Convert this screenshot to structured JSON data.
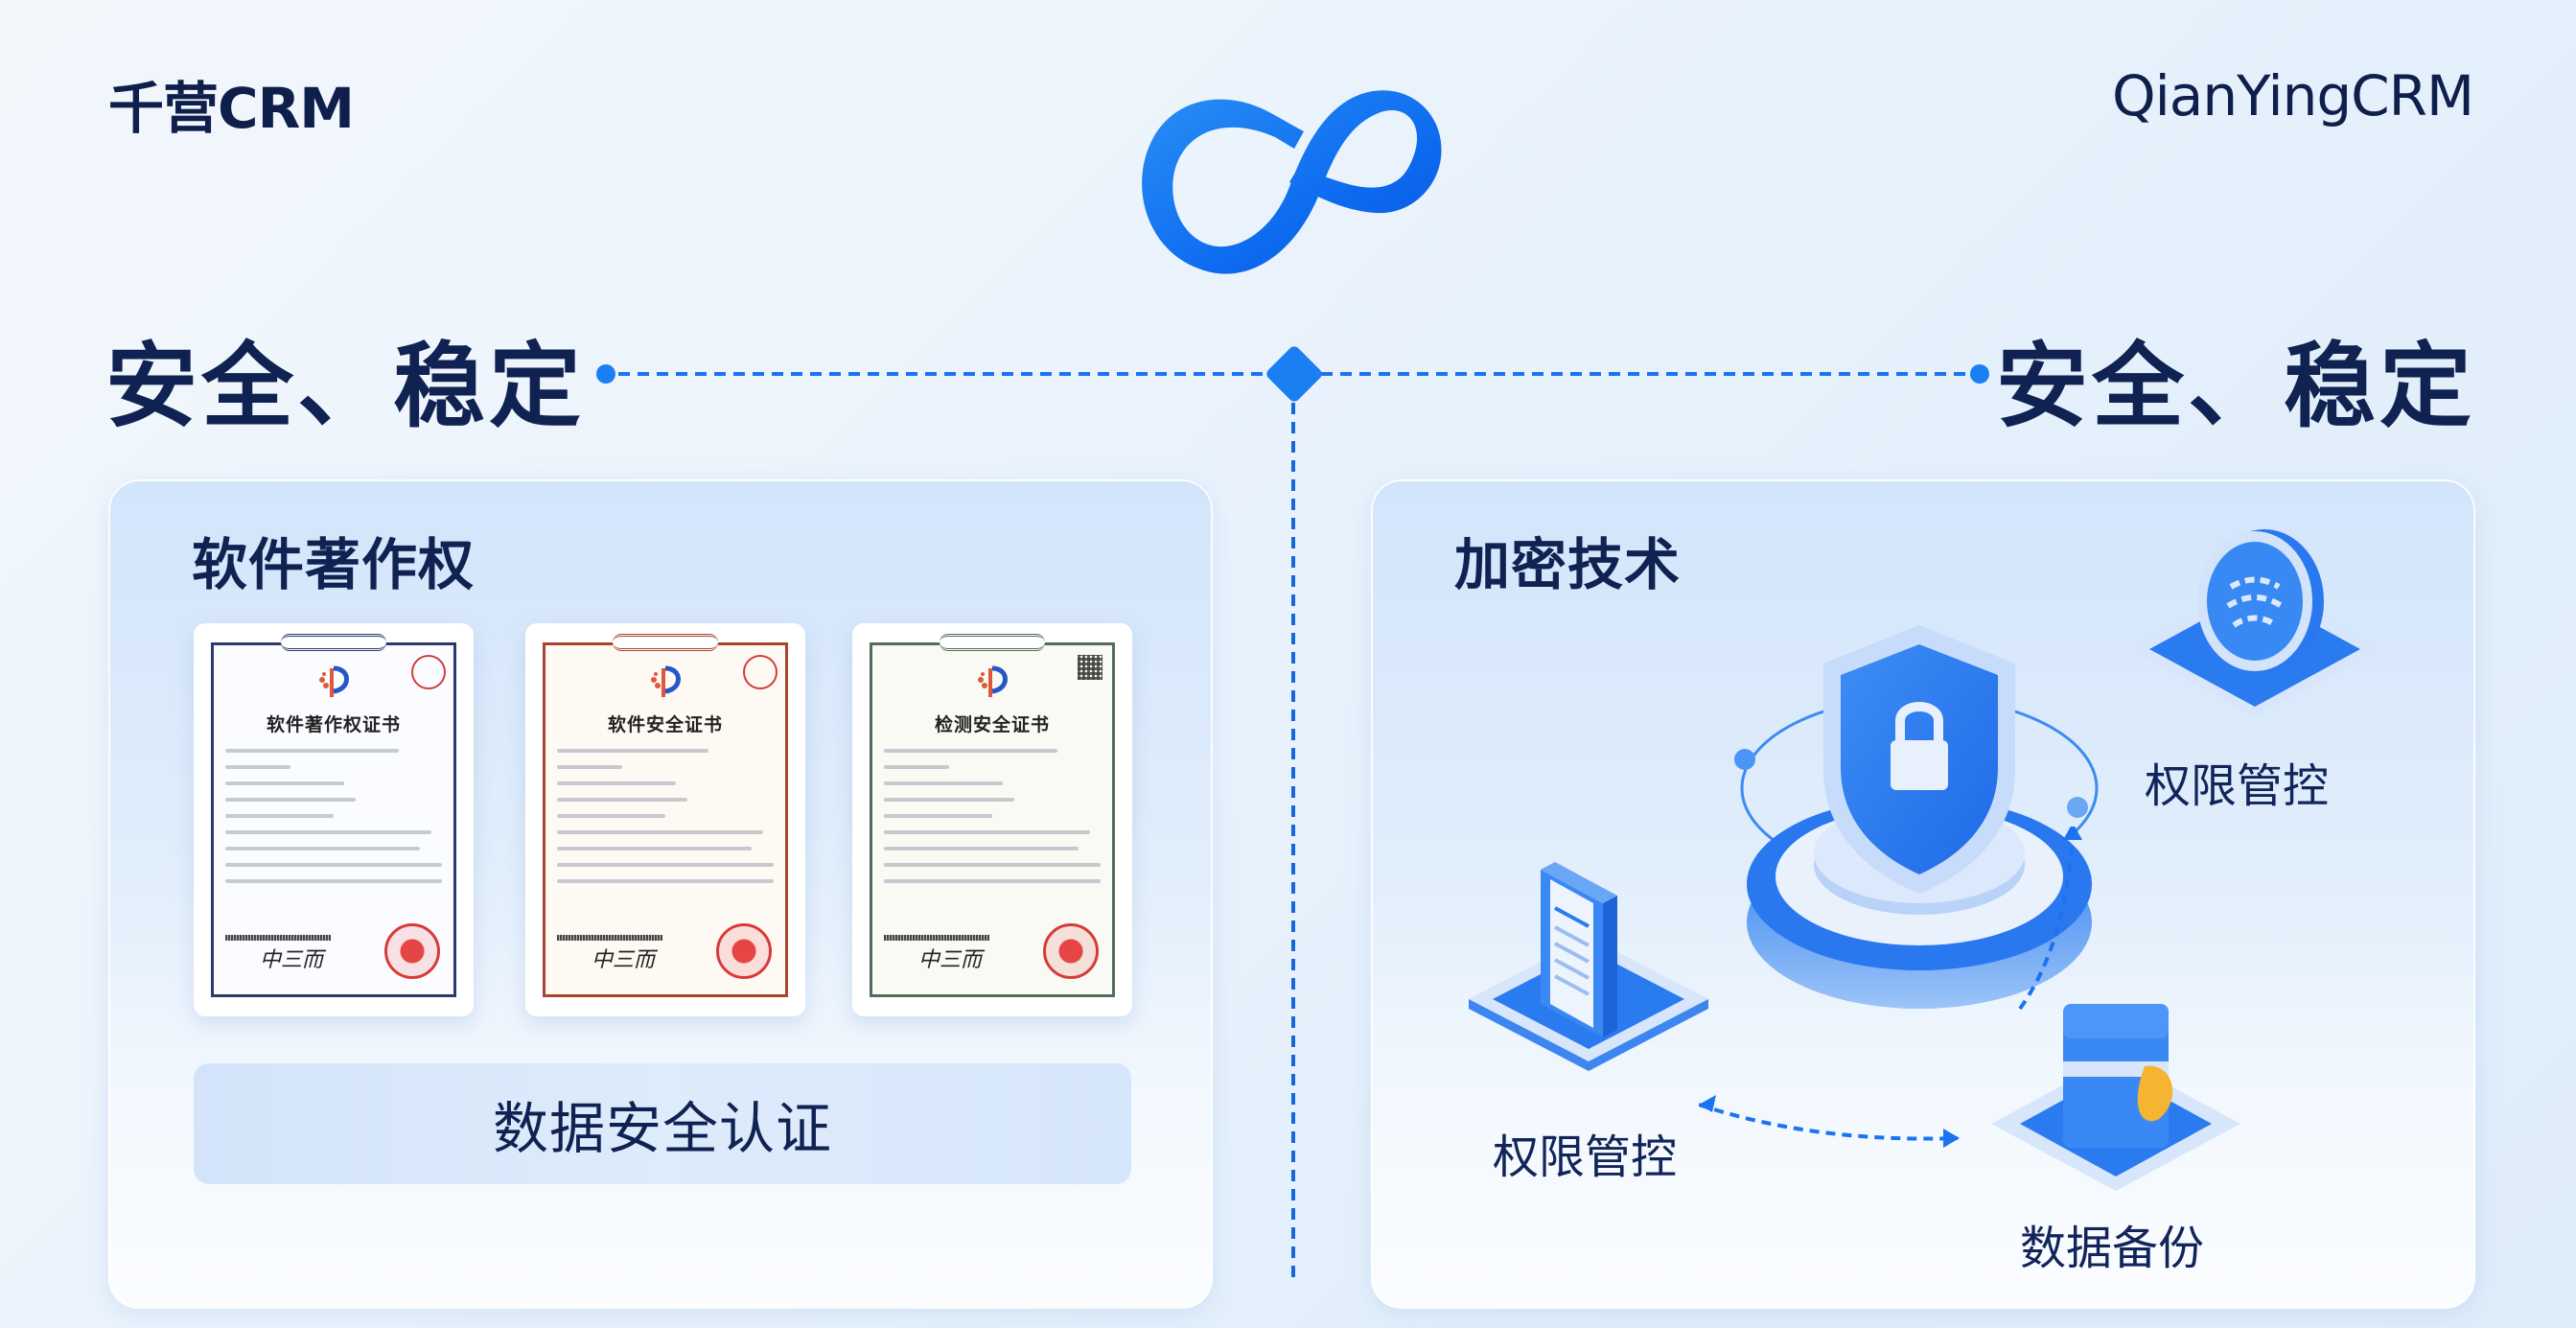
{
  "header": {
    "brand_cn": "千营CRM",
    "brand_en": "QianYingCRM",
    "logo_icon": "infinity-logo-icon"
  },
  "headline": {
    "left": "安全、稳定",
    "right": "安全、稳定"
  },
  "colors": {
    "accent": "#1a7ff2",
    "text_dark": "#0f2252",
    "panel_bg": "#d3e5fb",
    "background": "#eaf3fc"
  },
  "left_panel": {
    "title": "软件著作权",
    "certificates": [
      {
        "title": "软件著作权证书",
        "icon": "certificate-icon",
        "frame_color": "#2b3a6b"
      },
      {
        "title": "软件安全证书",
        "icon": "certificate-icon",
        "frame_color": "#a8452f"
      },
      {
        "title": "检测安全证书",
        "icon": "certificate-icon",
        "frame_color": "#556c5a"
      }
    ],
    "certificate_signature": "中三而",
    "badge_label": "数据安全认证"
  },
  "right_panel": {
    "title": "加密技术",
    "center_icon": "shield-lock-icon",
    "nodes": [
      {
        "label": "权限管控",
        "icon": "document-icon",
        "position": "left"
      },
      {
        "label": "权限管控",
        "icon": "fingerprint-icon",
        "position": "top-right"
      },
      {
        "label": "数据备份",
        "icon": "server-backup-icon",
        "position": "bottom"
      }
    ]
  }
}
